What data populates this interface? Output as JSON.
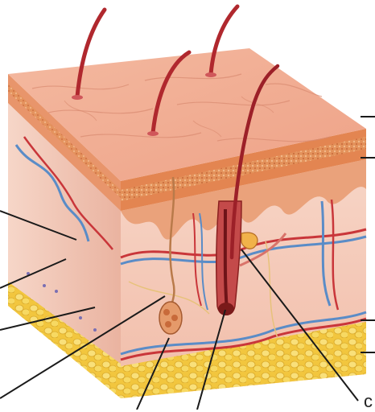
{
  "diagram": {
    "edge_letter_bottom_right": "c",
    "colors": {
      "epidermis_top": "#f2b39a",
      "epidermis_ridge": "#d9705a",
      "stratum_orange": "#e08a4a",
      "dermis_papillary": "#e7a27a",
      "dermis": "#f6d2c4",
      "hypodermis_fat": "#f3cf4a",
      "hair": "#b0282e",
      "artery": "#c9363a",
      "vein": "#5a8cc7",
      "leader_line": "#1a1a1a"
    },
    "icons": [
      "skin-cross-section",
      "hair-follicle",
      "sweat-gland",
      "sebaceous-gland",
      "blood-vessels",
      "fat-cells"
    ]
  }
}
